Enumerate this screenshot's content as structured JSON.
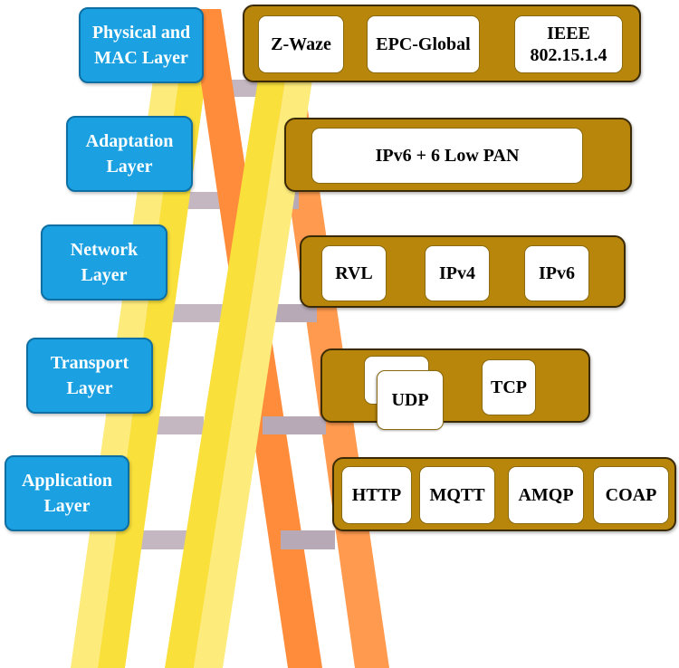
{
  "layers": [
    {
      "label": "Physical and\nMAC Layer",
      "protocols": [
        "Z-Waze",
        "EPC-Global",
        "IEEE\n802.15.1.4"
      ]
    },
    {
      "label": "Adaptation\nLayer",
      "protocols": [
        "IPv6 + 6 Low PAN"
      ]
    },
    {
      "label": "Network\nLayer",
      "protocols": [
        "RVL",
        "IPv4",
        "IPv6"
      ]
    },
    {
      "label": "Transport\nLayer",
      "protocols": [
        "UDP",
        "TCP"
      ]
    },
    {
      "label": "Application\nLayer",
      "protocols": [
        "HTTP",
        "MQTT",
        "AMQP",
        "COAP"
      ]
    }
  ],
  "colors": {
    "layer_label_fill": "#1ba1e2",
    "protocol_bar_fill": "#b8860b",
    "protocol_box_fill": "#ffffff",
    "ladder_yellow": "#f9e03b",
    "ladder_light_yellow": "#fdeb7c",
    "ladder_orange": "#ff8c3a",
    "ladder_rung": "#c4b7c2"
  }
}
